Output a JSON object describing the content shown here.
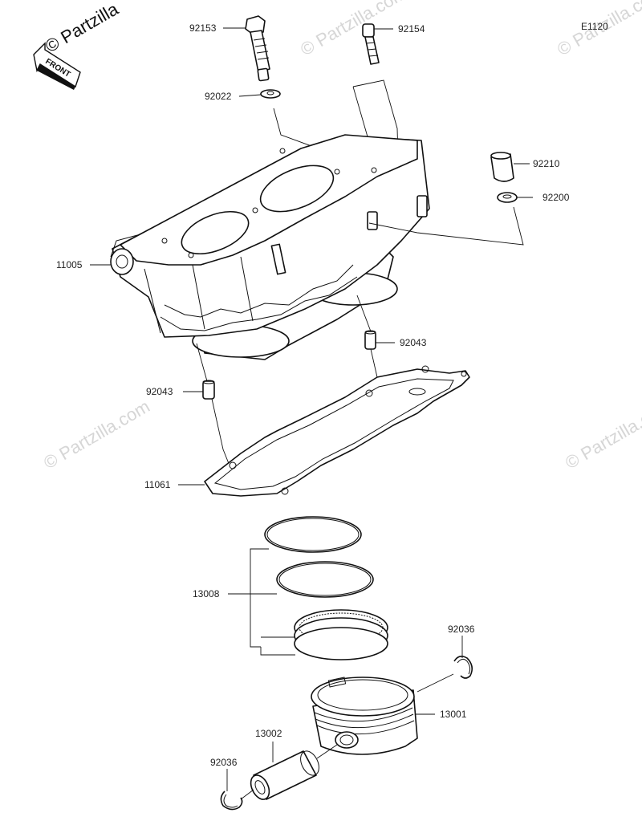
{
  "diagram_code": "E1120",
  "brand_text": "© Partzilla",
  "watermark_text": "© Partzilla.com",
  "front_label": "FRONT",
  "colors": {
    "line": "#111111",
    "watermark": "#d6d6d6",
    "background": "#ffffff"
  },
  "parts": {
    "p92153": "92153",
    "p92154": "92154",
    "p92022": "92022",
    "p92210": "92210",
    "p92200": "92200",
    "p11005": "11005",
    "p92043a": "92043",
    "p92043b": "92043",
    "p11061": "11061",
    "p13008": "13008",
    "p92036a": "92036",
    "p13001": "13001",
    "p13002": "13002",
    "p92036b": "92036"
  }
}
